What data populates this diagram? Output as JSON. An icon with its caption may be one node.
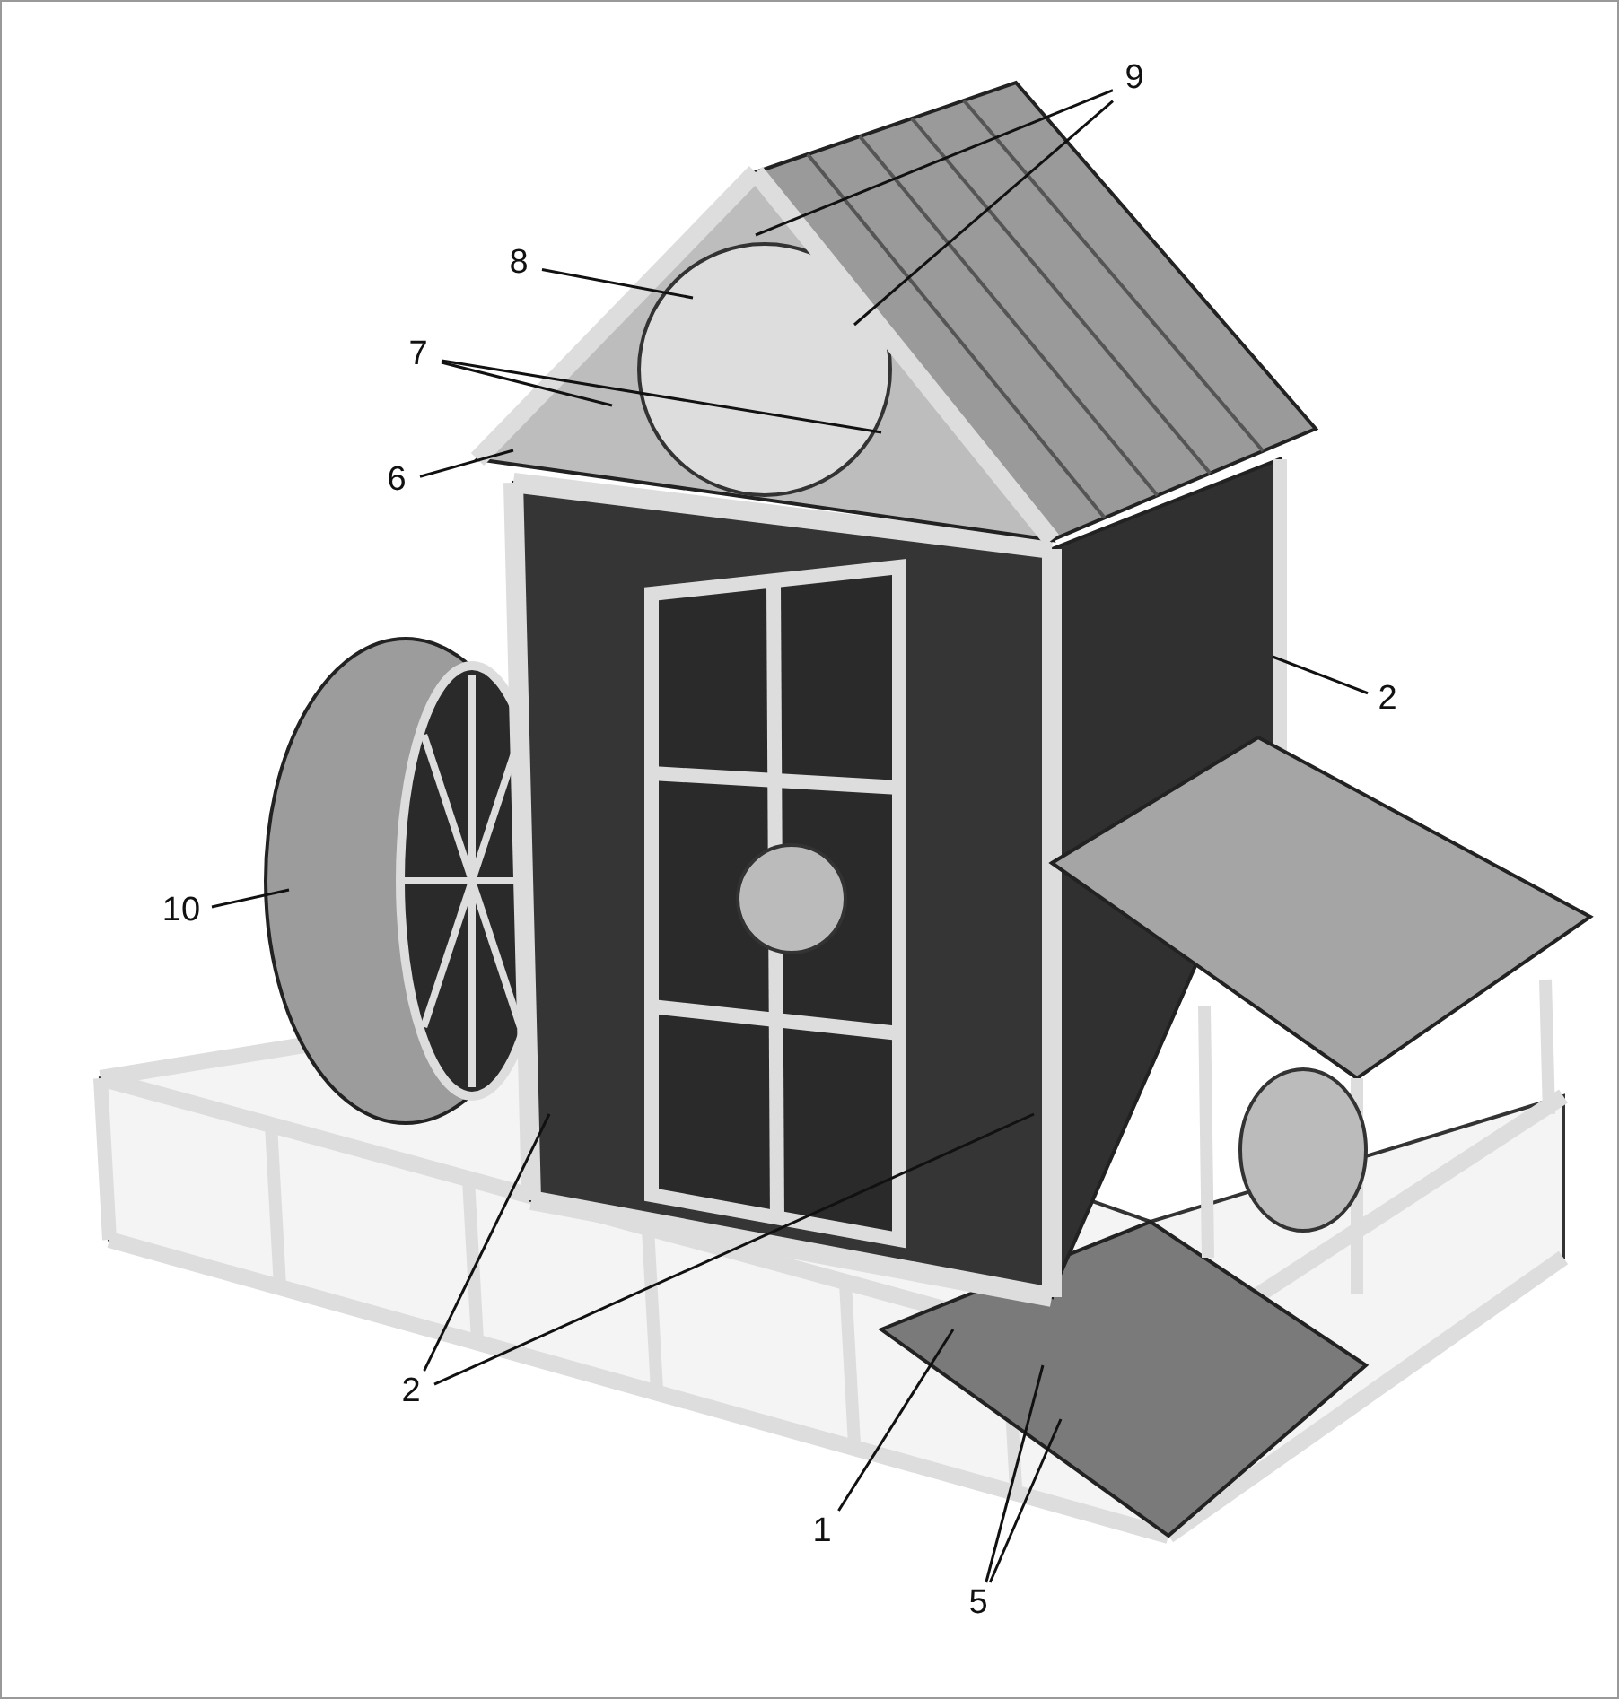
{
  "diagram": {
    "nodes": [
      {
        "text": [
          "9"
        ]
      },
      {
        "text": [
          "8"
        ]
      },
      {
        "text": [
          "7"
        ]
      },
      {
        "text": [
          "6"
        ]
      },
      {
        "text": [
          "2"
        ]
      },
      {
        "text": [
          "10"
        ]
      },
      {
        "text": [
          "2"
        ]
      },
      {
        "text": [
          "1"
        ]
      },
      {
        "text": [
          "5"
        ]
      }
    ],
    "edges": [
      {
        "from": 0,
        "to": null,
        "arrow": "none"
      },
      {
        "from": 0,
        "to": null,
        "arrow": "none"
      },
      {
        "from": 1,
        "to": null,
        "arrow": "none"
      },
      {
        "from": 2,
        "to": null,
        "arrow": "none"
      },
      {
        "from": 2,
        "to": null,
        "arrow": "none"
      },
      {
        "from": 3,
        "to": null,
        "arrow": "none"
      },
      {
        "from": 4,
        "to": null,
        "arrow": "none"
      },
      {
        "from": 5,
        "to": null,
        "arrow": "none"
      },
      {
        "from": 6,
        "to": null,
        "arrow": "none"
      },
      {
        "from": 6,
        "to": null,
        "arrow": "none"
      },
      {
        "from": 7,
        "to": null,
        "arrow": "none"
      },
      {
        "from": 8,
        "to": null,
        "arrow": "none"
      },
      {
        "from": 8,
        "to": null,
        "arrow": "none"
      }
    ]
  }
}
